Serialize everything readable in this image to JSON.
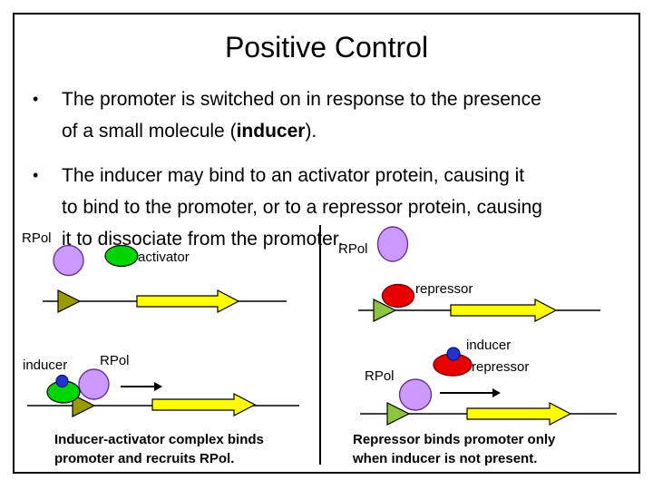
{
  "slide": {
    "title": "Positive Control",
    "bullet_char": "•",
    "bullets": {
      "b1_line1": "The promoter is switched on in response to the presence",
      "b1_line2_pre": "of a small molecule (",
      "b1_line2_bold": "inducer",
      "b1_line2_post": ").",
      "b2_line1": "The inducer may bind to an activator protein, causing it",
      "b2_line2": "to bind to the promoter, or to a repressor protein, causing",
      "b2_line3": "it to dissociate from the promoter."
    }
  },
  "diagrams": {
    "top_left": {
      "rpol_label": "RPol",
      "activator_label": "activator"
    },
    "top_right": {
      "rpol_label": "RPol",
      "repressor_label": "repressor"
    },
    "bottom_left": {
      "inducer_label": "inducer",
      "rpol_label": "RPol",
      "caption_line1": "Inducer-activator complex binds",
      "caption_line2": "promoter and recruits RPol."
    },
    "bottom_right": {
      "rpol_label": "RPol",
      "inducer_label": "inducer",
      "repressor_label": "repressor",
      "caption_line1": "Repressor binds promoter only",
      "caption_line2": "when inducer is not present."
    }
  },
  "colors": {
    "rpol_fill": "#CC99FF",
    "rpol_stroke": "#663399",
    "activator_fill": "#00D500",
    "repressor_fill": "#E60000",
    "repressor_stroke": "#7F0000",
    "inducer_fill": "#2233CC",
    "inducer_stroke": "#001489",
    "gene_arrow_fill": "#FFFF00",
    "promoter_olive_fill": "#999900",
    "promoter_green_fill": "#8CC63F",
    "outline": "#000000"
  }
}
